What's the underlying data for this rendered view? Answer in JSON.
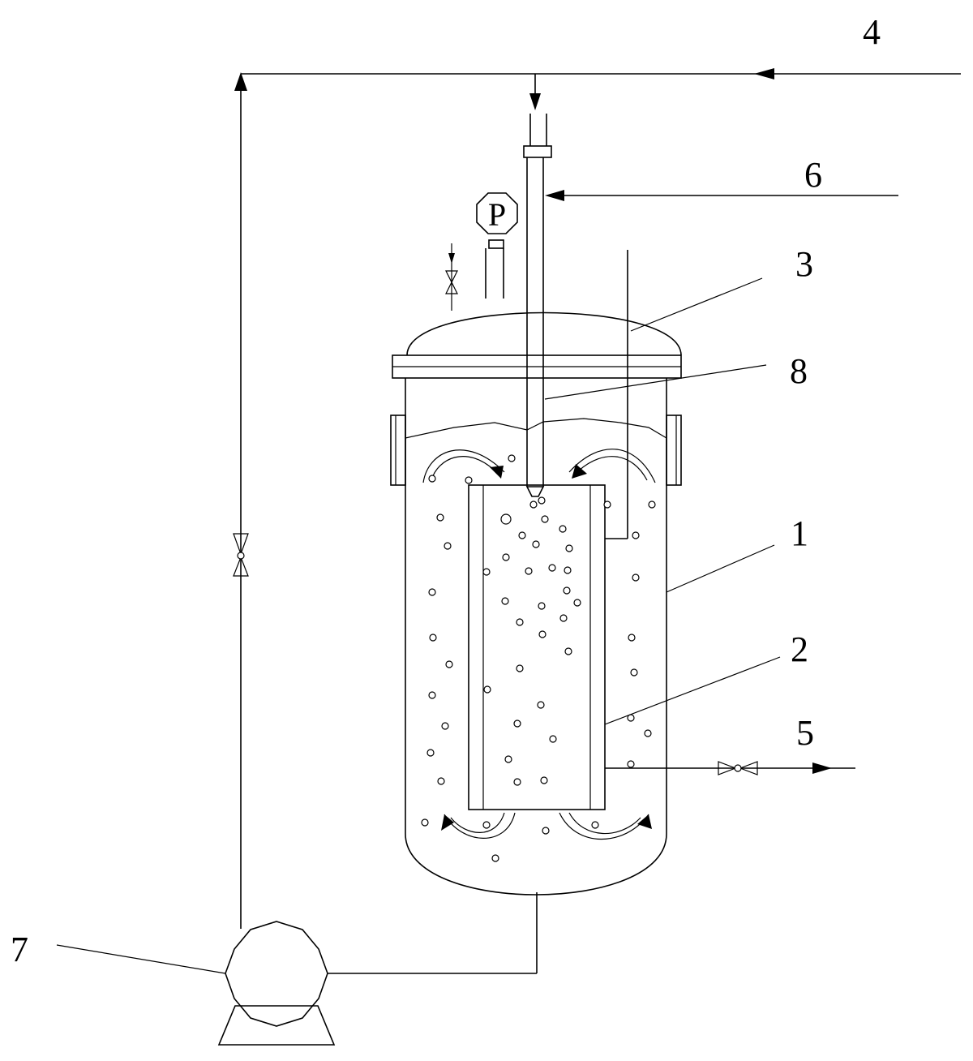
{
  "labels": {
    "l1": "1",
    "l2": "2",
    "l3": "3",
    "l4": "4",
    "l5": "5",
    "l6": "6",
    "l7": "7",
    "l8": "8"
  },
  "gauge": {
    "symbol": "P"
  },
  "colors": {
    "line": "#000000",
    "background": "#ffffff"
  }
}
